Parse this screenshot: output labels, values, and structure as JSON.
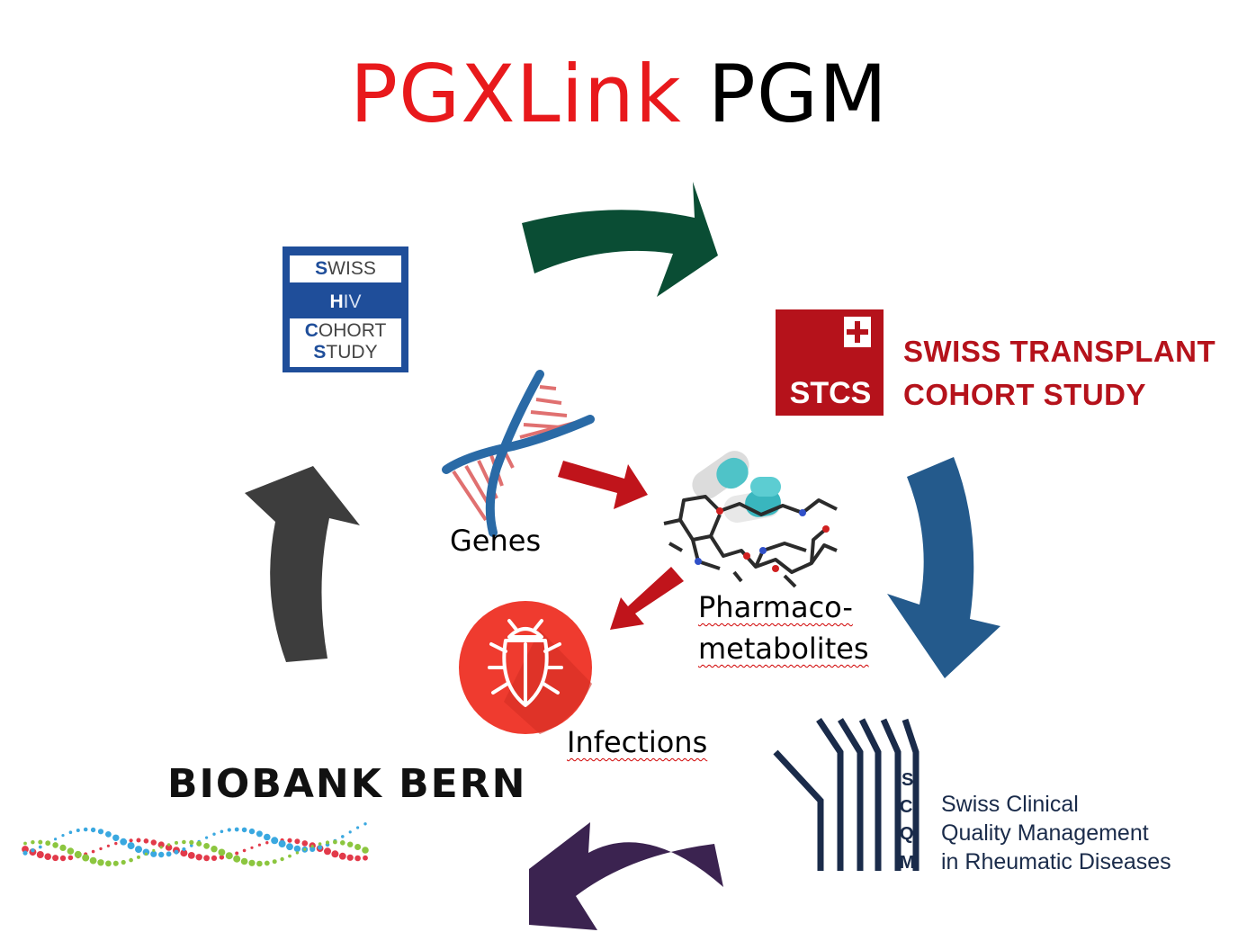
{
  "title": {
    "part1": "PGXLink",
    "part2": "PGM"
  },
  "shcs_logo": {
    "line1_initial": "S",
    "line1_rest": "WISS",
    "line2_initial": "H",
    "line2_rest": "IV",
    "line3_initial": "C",
    "line3_rest": "OHORT",
    "line4_initial": "S",
    "line4_rest": "TUDY"
  },
  "stcs_logo": {
    "abbr": "STCS",
    "name_line1": "SWISS TRANSPLANT",
    "name_line2": "COHORT STUDY"
  },
  "scqm_logo": {
    "letters": [
      "S",
      "C",
      "Q",
      "M"
    ],
    "line1": "Swiss Clinical",
    "line2": "Quality Management",
    "line3": "in Rheumatic Diseases"
  },
  "biobank": {
    "name": "BIOBANK BERN"
  },
  "center": {
    "genes": "Genes",
    "pharmaco_line1": "Pharmaco-",
    "pharmaco_line2": "metabolites",
    "infections": "Infections"
  },
  "colors": {
    "title_red": "#e8191c",
    "arrow_green": "#0a4d34",
    "arrow_blue": "#245a8c",
    "arrow_purple": "#3b2350",
    "arrow_gray": "#3d3d3d",
    "inner_arrow_red": "#c0141b",
    "bug_circle": "#ef3b2f"
  },
  "icons": [
    "dna-icon",
    "pill-capsule-icon",
    "molecule-icon",
    "bug-icon"
  ]
}
